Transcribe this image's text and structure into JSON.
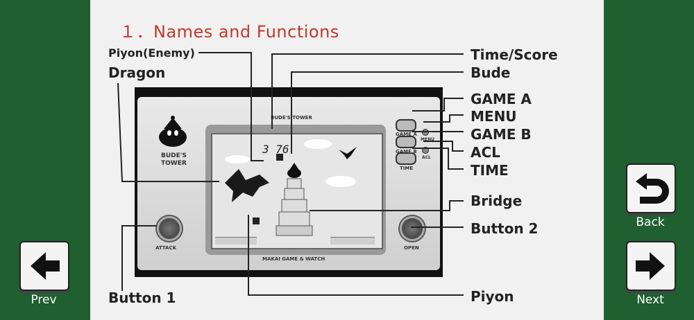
{
  "title": "１．Names and Functions",
  "labels": {
    "piyon_enemy": "Piyon(Enemy)",
    "dragon": "Dragon",
    "time_score": "Time/Score",
    "bude": "Bude",
    "game_a": "GAME A",
    "menu": "MENU",
    "game_b": "GAME B",
    "acl": "ACL",
    "time": "TIME",
    "bridge": "Bridge",
    "button2": "Button 2",
    "button1": "Button 1",
    "piyon": "Piyon"
  },
  "device": {
    "logo_line1": "BUDE'S",
    "logo_line2": "TOWER",
    "screen_header": "BUDE'S TOWER",
    "footer": "MAKAI GAME & WATCH",
    "score": "3 76",
    "attack_label": "ATTACK",
    "open_label": "OPEN",
    "game_a_small": "GAME A",
    "menu_small": "MENU",
    "game_b_small": "GAME B",
    "acl_small": "ACL",
    "time_small": "TIME"
  },
  "nav": {
    "prev": "Prev",
    "back": "Back",
    "next": "Next"
  }
}
